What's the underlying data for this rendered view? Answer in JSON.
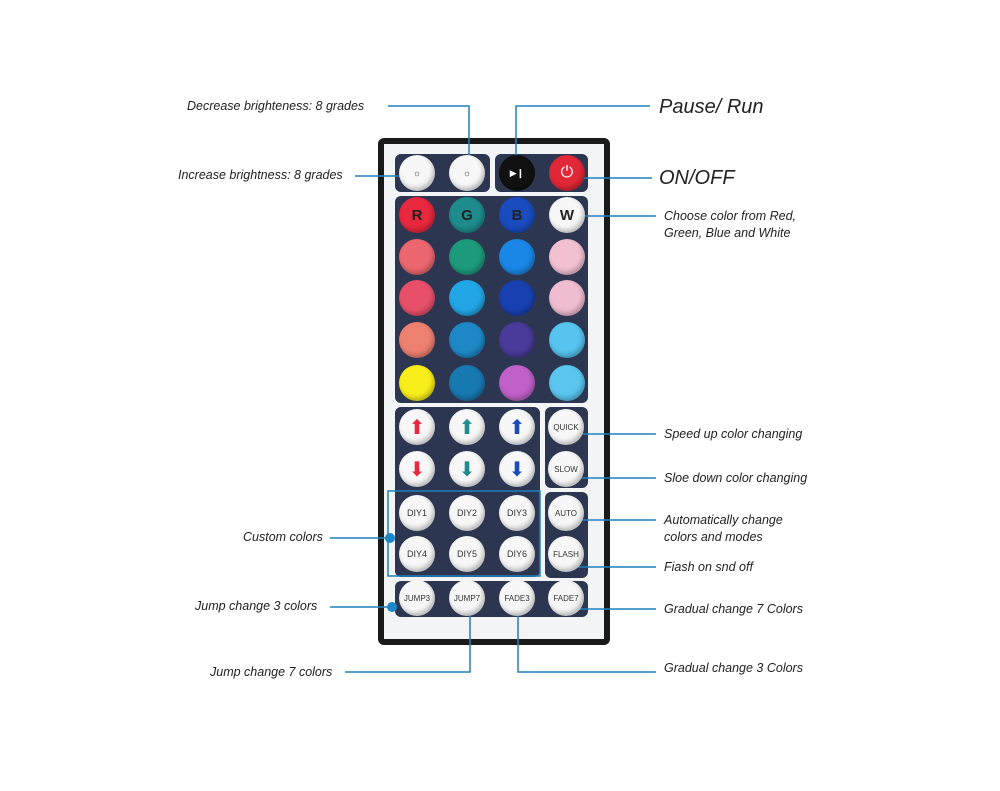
{
  "callouts": {
    "decrease": "Decrease brighteness: 8 grades",
    "increase": "Increase brightness: 8 grades",
    "pause": "Pause/ Run",
    "onoff": "ON/OFF",
    "choose1": "Choose color from Red,",
    "choose2": "Green, Blue and White",
    "speed": "Speed up color changing",
    "slow": "Sloe down color changing",
    "auto1": "Automatically change",
    "auto2": "colors and modes",
    "flash": "Fiash on snd off",
    "grad7": "Gradual change 7 Colors",
    "grad3": "Gradual change 3 Colors",
    "custom": "Custom colors",
    "jump3": "Jump change 3 colors",
    "jump7": "Jump change 7 colors"
  },
  "buttons": {
    "r": "R",
    "g": "G",
    "b": "B",
    "w": "W",
    "quick": "QUICK",
    "slow": "SLOW",
    "auto": "AUTO",
    "flash": "FLASH",
    "diy1": "DIY1",
    "diy2": "DIY2",
    "diy3": "DIY3",
    "diy4": "DIY4",
    "diy5": "DIY5",
    "diy6": "DIY6",
    "jump3": "JUMP3",
    "jump7": "JUMP7",
    "fade3": "FADE3",
    "fade7": "FADE7"
  },
  "colors": {
    "grid": [
      [
        "#e8283e",
        "#1e8c8c",
        "#1a4cc0",
        "#f7f7f7"
      ],
      [
        "#ec6670",
        "#1d9a7a",
        "#1a86e6",
        "#f2c0d0"
      ],
      [
        "#e8506a",
        "#22a6e6",
        "#1840b0",
        "#f0bcd0"
      ],
      [
        "#ee8070",
        "#1e88c6",
        "#4a3a9a",
        "#56c4ee"
      ],
      [
        "#f8ee1a",
        "#1878b0",
        "#c060c8",
        "#5ac6ee"
      ]
    ],
    "accent": "#1f80bd"
  }
}
